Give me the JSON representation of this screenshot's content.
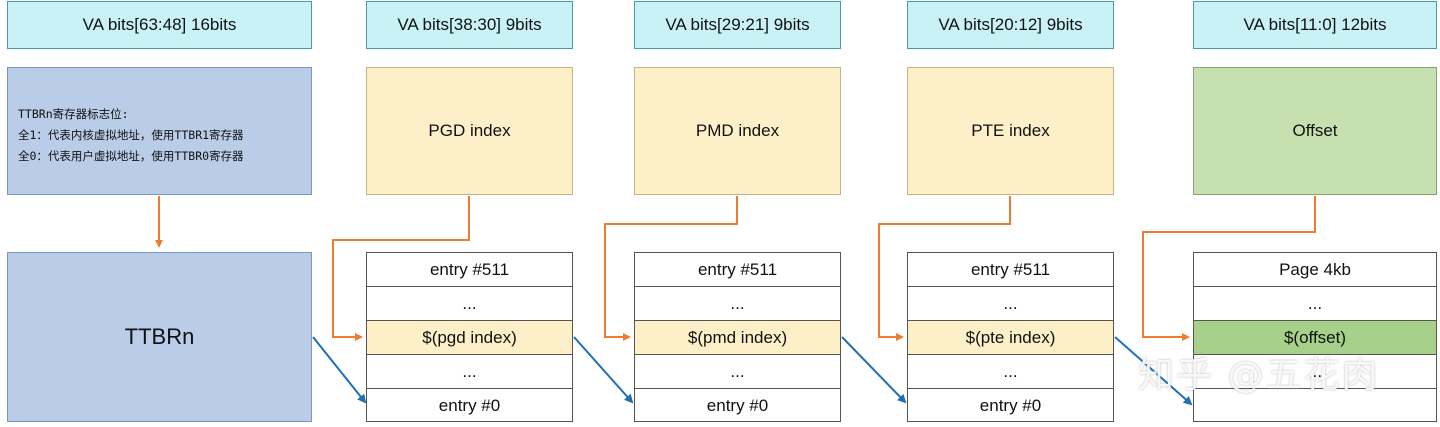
{
  "headers": [
    "VA bits[63:48] 16bits",
    "VA bits[38:30] 9bits",
    "VA bits[29:21] 9bits",
    "VA bits[20:12] 9bits",
    "VA bits[11:0] 12bits"
  ],
  "flag_box": {
    "lines": [
      "TTBRn寄存器标志位:",
      "全1：代表内核虚拟地址，使用TTBR1寄存器",
      "全0：代表用户虚拟地址，使用TTBR0寄存器"
    ]
  },
  "index_boxes": [
    "PGD index",
    "PMD index",
    "PTE index",
    "Offset"
  ],
  "ttbr_label": "TTBRn",
  "tables": [
    {
      "rows": [
        "entry #511",
        "...",
        "$(pgd index)",
        "...",
        "entry #0"
      ],
      "highlight": 2
    },
    {
      "rows": [
        "entry #511",
        "...",
        "$(pmd index)",
        "...",
        "entry #0"
      ],
      "highlight": 2
    },
    {
      "rows": [
        "entry #511",
        "...",
        "$(pte index)",
        "...",
        "entry #0"
      ],
      "highlight": 2
    },
    {
      "rows": [
        "Page 4kb",
        "...",
        "$(offset)",
        "...",
        ""
      ],
      "highlight": 2
    }
  ],
  "watermark": "知乎 @五花肉",
  "colors": {
    "orange_arrow": "#ed7d31",
    "blue_arrow": "#1f6fb5"
  }
}
